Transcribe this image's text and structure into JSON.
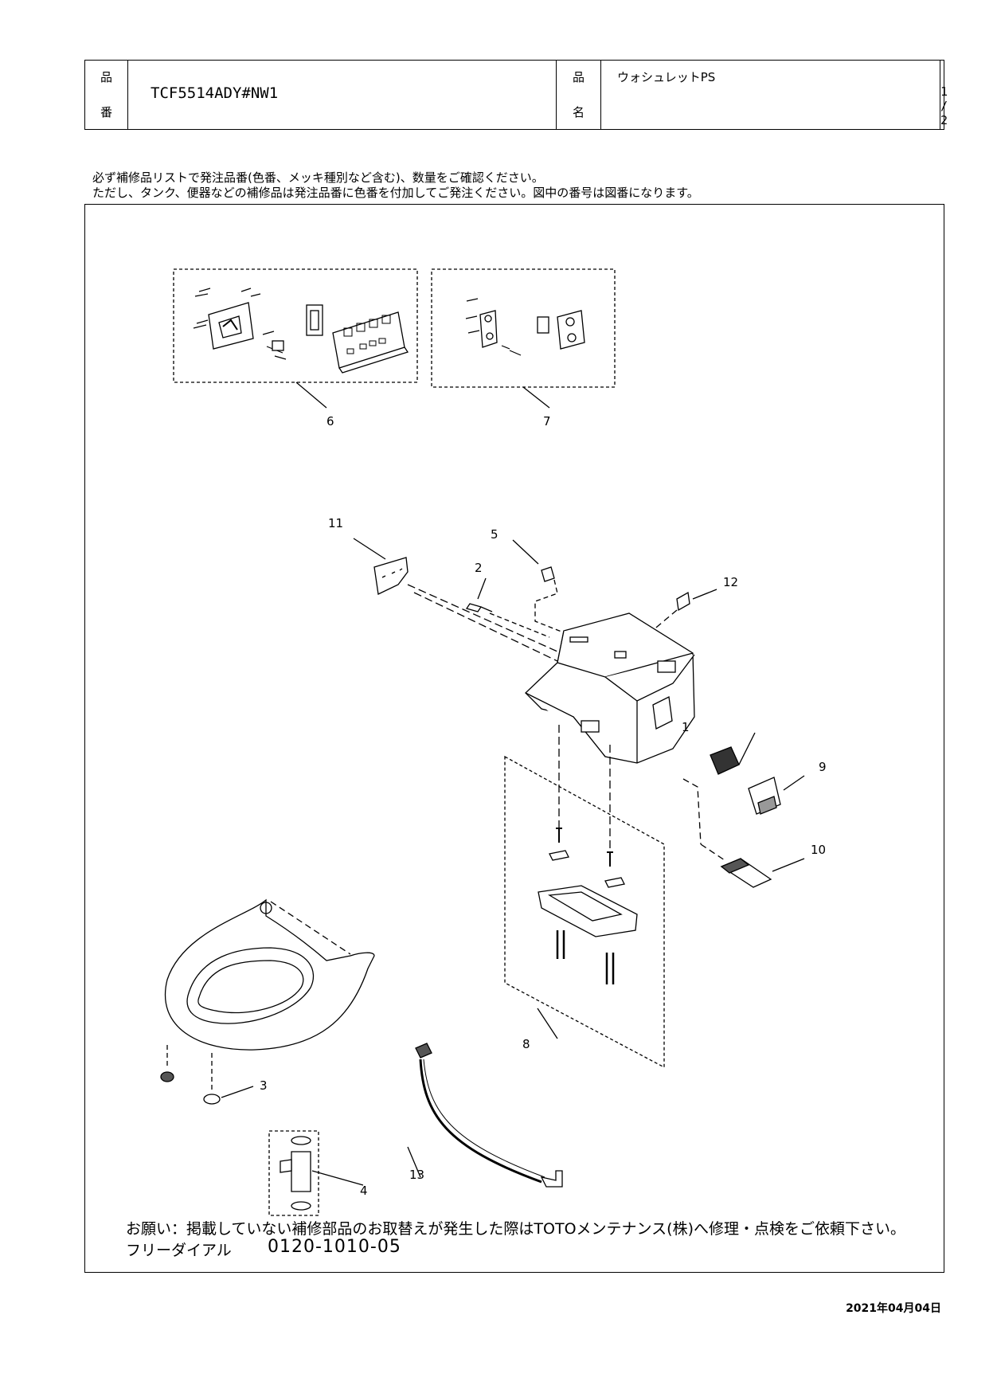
{
  "header": {
    "hin_label": "品",
    "ban_label": "番",
    "hin2_label": "品",
    "mei_label": "名",
    "part_code": "TCF5514ADY#NW1",
    "product_name": "ウォシュレットPS",
    "page": "1 / 2"
  },
  "notes": [
    "必ず補修品リストで発注品番(色番、メッキ種別など含む)、数量をご確認ください。",
    "ただし、タンク、便器などの補修品は発注品番に色番を付加してご発注ください。図中の番号は図番になります。"
  ],
  "callouts": [
    "1",
    "2",
    "3",
    "4",
    "5",
    "6",
    "7",
    "8",
    "9",
    "10",
    "11",
    "12",
    "13"
  ],
  "footer": {
    "request": "お願い：掲載していない補修部品のお取替えが発生した際はTOTOメンテナンス(株)へ修理・点検をご依頼下さい。",
    "free_dial_label": "フリーダイアル",
    "free_dial_number": "0120-1010-05"
  },
  "date": "2021年04月04日"
}
